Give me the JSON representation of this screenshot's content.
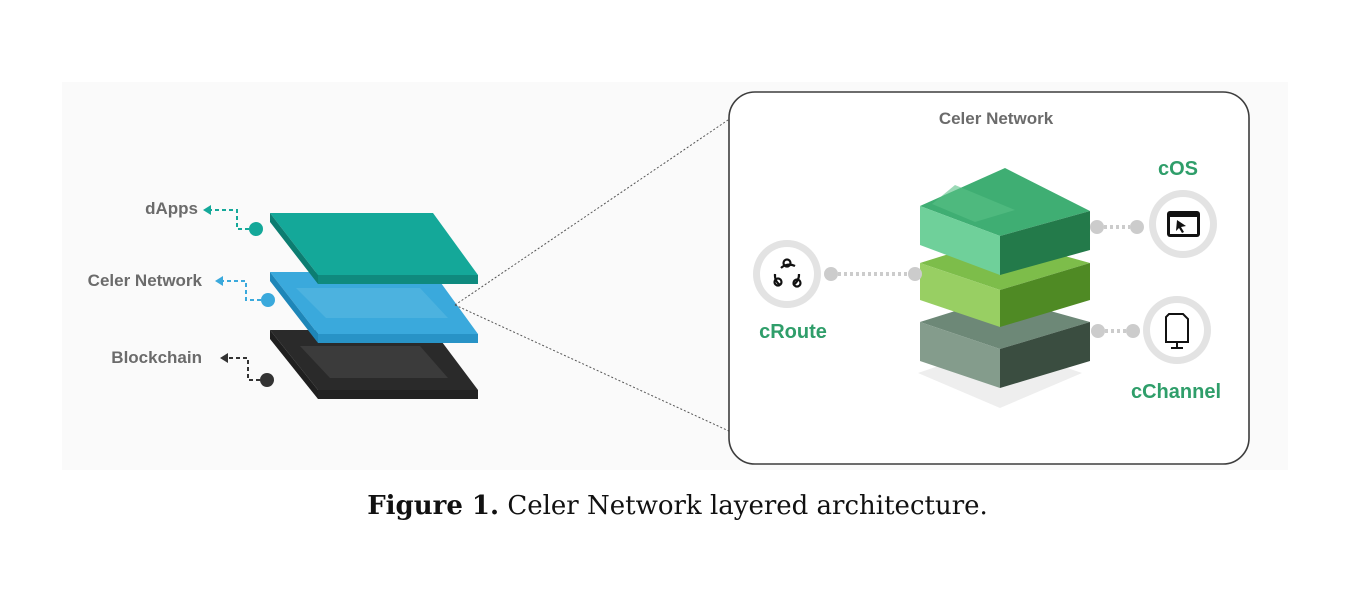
{
  "left_stack": {
    "dapps_label": "dApps",
    "celer_label": "Celer Network",
    "blockchain_label": "Blockchain"
  },
  "detail_box": {
    "title": "Celer Network",
    "croute_label": "cRoute",
    "cos_label": "cOS",
    "cchannel_label": "cChannel"
  },
  "caption": {
    "label": "Figure 1.",
    "text": "Celer Network layered architecture."
  },
  "colors": {
    "dapps_layer": "#14a899",
    "celer_layer": "#3aa9dc",
    "blockchain_layer": "#333333",
    "accent_green": "#2f9e6a",
    "label_gray": "#6b6b6b"
  },
  "icons": {
    "croute": "share-nodes-icon",
    "cos": "browser-window-icon",
    "cchannel": "document-icon"
  }
}
